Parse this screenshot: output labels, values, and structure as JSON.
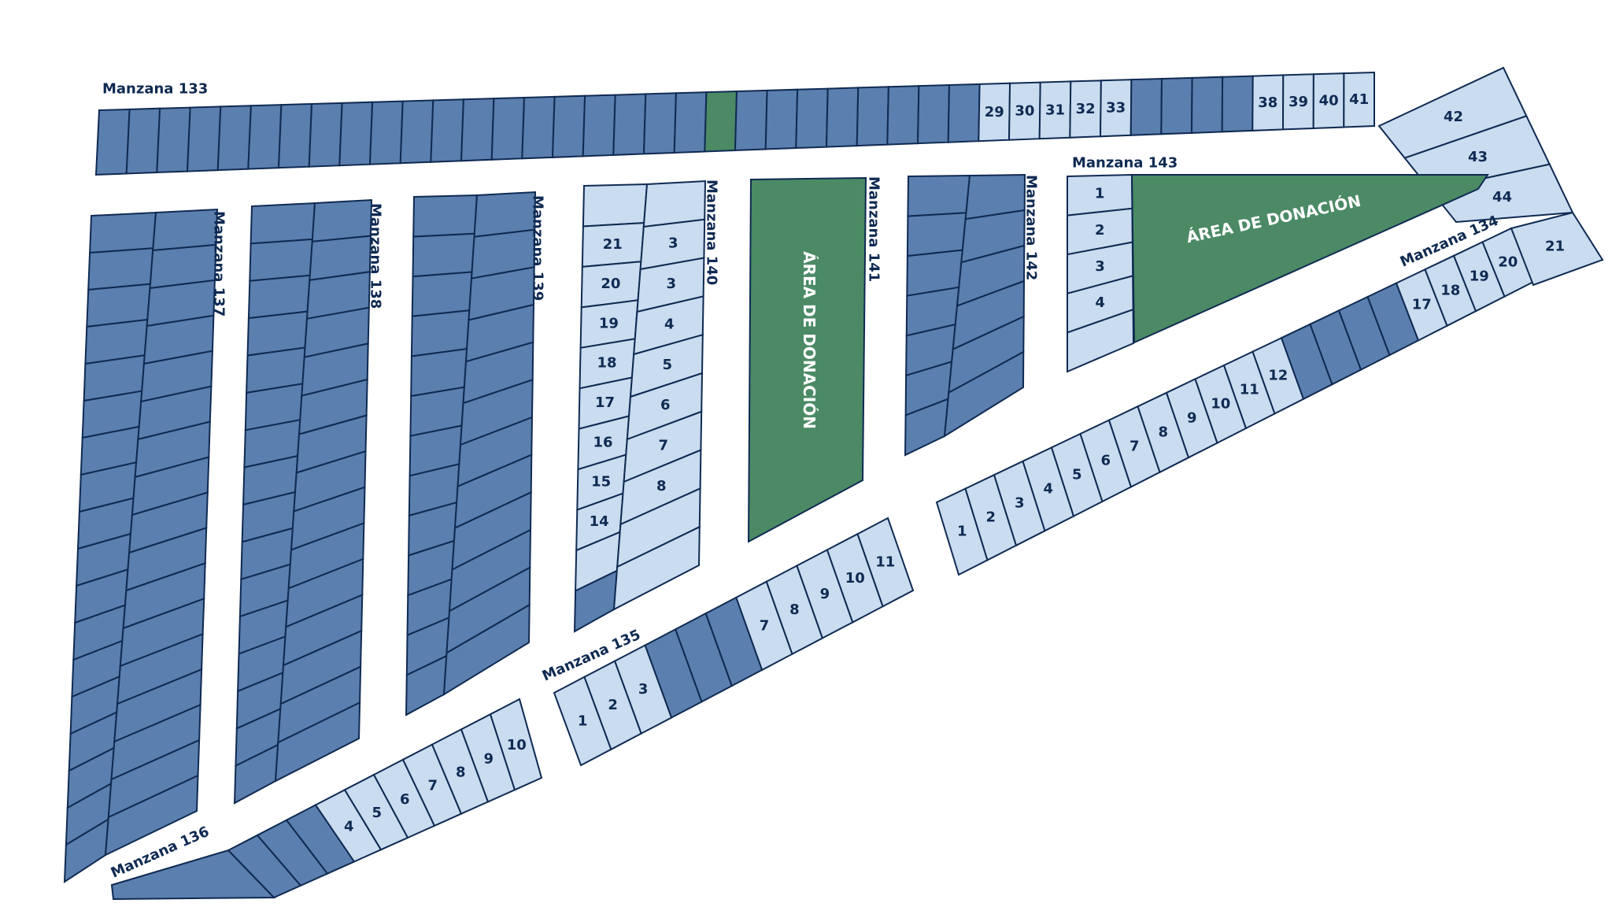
{
  "colors": {
    "sold": "#5b7fae",
    "available": "#c9dcf0",
    "donation_area": "#4b8a65",
    "outline": "#0f2a52"
  },
  "donation_area_label": "ÁREA DE DONACIÓN",
  "blocks": [
    {
      "id": "133",
      "label": "Manzana 133",
      "lots": [
        {
          "num": "",
          "status": "sold"
        },
        {
          "num": "",
          "status": "sold"
        },
        {
          "num": "",
          "status": "sold"
        },
        {
          "num": "",
          "status": "sold"
        },
        {
          "num": "",
          "status": "sold"
        },
        {
          "num": "",
          "status": "sold"
        },
        {
          "num": "",
          "status": "sold"
        },
        {
          "num": "",
          "status": "sold"
        },
        {
          "num": "",
          "status": "sold"
        },
        {
          "num": "",
          "status": "sold"
        },
        {
          "num": "",
          "status": "sold"
        },
        {
          "num": "",
          "status": "sold"
        },
        {
          "num": "",
          "status": "sold"
        },
        {
          "num": "",
          "status": "sold"
        },
        {
          "num": "",
          "status": "sold"
        },
        {
          "num": "",
          "status": "sold"
        },
        {
          "num": "",
          "status": "sold"
        },
        {
          "num": "",
          "status": "sold"
        },
        {
          "num": "",
          "status": "sold"
        },
        {
          "num": "",
          "status": "sold"
        },
        {
          "num": "",
          "status": "donation"
        },
        {
          "num": "",
          "status": "sold"
        },
        {
          "num": "",
          "status": "sold"
        },
        {
          "num": "",
          "status": "sold"
        },
        {
          "num": "",
          "status": "sold"
        },
        {
          "num": "",
          "status": "sold"
        },
        {
          "num": "",
          "status": "sold"
        },
        {
          "num": "",
          "status": "sold"
        },
        {
          "num": "",
          "status": "sold"
        },
        {
          "num": "29",
          "status": "available"
        },
        {
          "num": "30",
          "status": "available"
        },
        {
          "num": "31",
          "status": "available"
        },
        {
          "num": "32",
          "status": "available"
        },
        {
          "num": "33",
          "status": "available"
        },
        {
          "num": "",
          "status": "sold"
        },
        {
          "num": "",
          "status": "sold"
        },
        {
          "num": "",
          "status": "sold"
        },
        {
          "num": "",
          "status": "sold"
        },
        {
          "num": "38",
          "status": "available"
        },
        {
          "num": "39",
          "status": "available"
        },
        {
          "num": "40",
          "status": "available"
        },
        {
          "num": "41",
          "status": "available"
        }
      ],
      "corner_lots": [
        {
          "num": "42",
          "status": "available"
        },
        {
          "num": "43",
          "status": "available"
        },
        {
          "num": "44",
          "status": "available"
        }
      ]
    },
    {
      "id": "137",
      "label": "Manzana 137",
      "lots_left": [
        {
          "num": "",
          "status": "sold"
        },
        {
          "num": "",
          "status": "sold"
        },
        {
          "num": "",
          "status": "sold"
        },
        {
          "num": "",
          "status": "sold"
        },
        {
          "num": "",
          "status": "sold"
        },
        {
          "num": "",
          "status": "sold"
        },
        {
          "num": "",
          "status": "sold"
        },
        {
          "num": "",
          "status": "sold"
        },
        {
          "num": "",
          "status": "sold"
        },
        {
          "num": "",
          "status": "sold"
        },
        {
          "num": "",
          "status": "sold"
        },
        {
          "num": "",
          "status": "sold"
        },
        {
          "num": "",
          "status": "sold"
        },
        {
          "num": "",
          "status": "sold"
        },
        {
          "num": "",
          "status": "sold"
        },
        {
          "num": "",
          "status": "sold"
        },
        {
          "num": "",
          "status": "sold"
        },
        {
          "num": "",
          "status": "sold"
        }
      ],
      "lots_right": [
        {
          "num": "",
          "status": "sold"
        },
        {
          "num": "",
          "status": "sold"
        },
        {
          "num": "",
          "status": "sold"
        },
        {
          "num": "",
          "status": "sold"
        },
        {
          "num": "",
          "status": "sold"
        },
        {
          "num": "",
          "status": "sold"
        },
        {
          "num": "",
          "status": "sold"
        },
        {
          "num": "",
          "status": "sold"
        },
        {
          "num": "",
          "status": "sold"
        },
        {
          "num": "",
          "status": "sold"
        },
        {
          "num": "",
          "status": "sold"
        },
        {
          "num": "",
          "status": "sold"
        },
        {
          "num": "",
          "status": "sold"
        },
        {
          "num": "",
          "status": "sold"
        },
        {
          "num": "",
          "status": "sold"
        },
        {
          "num": "",
          "status": "sold"
        },
        {
          "num": "",
          "status": "sold"
        }
      ]
    },
    {
      "id": "138",
      "label": "Manzana 138",
      "lots_left": [
        {
          "num": "",
          "status": "sold"
        },
        {
          "num": "",
          "status": "sold"
        },
        {
          "num": "",
          "status": "sold"
        },
        {
          "num": "",
          "status": "sold"
        },
        {
          "num": "",
          "status": "sold"
        },
        {
          "num": "",
          "status": "sold"
        },
        {
          "num": "",
          "status": "sold"
        },
        {
          "num": "",
          "status": "sold"
        },
        {
          "num": "",
          "status": "sold"
        },
        {
          "num": "",
          "status": "sold"
        },
        {
          "num": "",
          "status": "sold"
        },
        {
          "num": "",
          "status": "sold"
        },
        {
          "num": "",
          "status": "sold"
        },
        {
          "num": "",
          "status": "sold"
        },
        {
          "num": "",
          "status": "sold"
        },
        {
          "num": "",
          "status": "sold"
        }
      ],
      "lots_right": [
        {
          "num": "",
          "status": "sold"
        },
        {
          "num": "",
          "status": "sold"
        },
        {
          "num": "",
          "status": "sold"
        },
        {
          "num": "",
          "status": "sold"
        },
        {
          "num": "",
          "status": "sold"
        },
        {
          "num": "",
          "status": "sold"
        },
        {
          "num": "",
          "status": "sold"
        },
        {
          "num": "",
          "status": "sold"
        },
        {
          "num": "",
          "status": "sold"
        },
        {
          "num": "",
          "status": "sold"
        },
        {
          "num": "",
          "status": "sold"
        },
        {
          "num": "",
          "status": "sold"
        },
        {
          "num": "",
          "status": "sold"
        },
        {
          "num": "",
          "status": "sold"
        },
        {
          "num": "",
          "status": "sold"
        }
      ]
    },
    {
      "id": "139",
      "label": "Manzana 139",
      "lots_left": [
        {
          "num": "",
          "status": "sold"
        },
        {
          "num": "",
          "status": "sold"
        },
        {
          "num": "",
          "status": "sold"
        },
        {
          "num": "",
          "status": "sold"
        },
        {
          "num": "",
          "status": "sold"
        },
        {
          "num": "",
          "status": "sold"
        },
        {
          "num": "",
          "status": "sold"
        },
        {
          "num": "",
          "status": "sold"
        },
        {
          "num": "",
          "status": "sold"
        },
        {
          "num": "",
          "status": "sold"
        },
        {
          "num": "",
          "status": "sold"
        },
        {
          "num": "",
          "status": "sold"
        },
        {
          "num": "",
          "status": "sold"
        }
      ],
      "lots_right": [
        {
          "num": "",
          "status": "sold"
        },
        {
          "num": "",
          "status": "sold"
        },
        {
          "num": "",
          "status": "sold"
        },
        {
          "num": "",
          "status": "sold"
        },
        {
          "num": "",
          "status": "sold"
        },
        {
          "num": "",
          "status": "sold"
        },
        {
          "num": "",
          "status": "sold"
        },
        {
          "num": "",
          "status": "sold"
        },
        {
          "num": "",
          "status": "sold"
        },
        {
          "num": "",
          "status": "sold"
        },
        {
          "num": "",
          "status": "sold"
        },
        {
          "num": "",
          "status": "sold"
        }
      ]
    },
    {
      "id": "140",
      "label": "Manzana 140",
      "lots_left": [
        {
          "num": "",
          "status": "available"
        },
        {
          "num": "21",
          "status": "available"
        },
        {
          "num": "20",
          "status": "available"
        },
        {
          "num": "19",
          "status": "available"
        },
        {
          "num": "18",
          "status": "available"
        },
        {
          "num": "17",
          "status": "available"
        },
        {
          "num": "16",
          "status": "available"
        },
        {
          "num": "15",
          "status": "available"
        },
        {
          "num": "14",
          "status": "available"
        },
        {
          "num": "",
          "status": "available"
        },
        {
          "num": "",
          "status": "sold"
        }
      ],
      "lots_right": [
        {
          "num": "",
          "status": "available"
        },
        {
          "num": "3",
          "status": "available"
        },
        {
          "num": "3",
          "status": "available"
        },
        {
          "num": "4",
          "status": "available"
        },
        {
          "num": "5",
          "status": "available"
        },
        {
          "num": "6",
          "status": "available"
        },
        {
          "num": "7",
          "status": "available"
        },
        {
          "num": "8",
          "status": "available"
        },
        {
          "num": "",
          "status": "available"
        },
        {
          "num": "",
          "status": "available"
        }
      ]
    },
    {
      "id": "141",
      "label": "Manzana 141"
    },
    {
      "id": "142",
      "label": "Manzana 142",
      "lots_left": [
        {
          "num": "",
          "status": "sold"
        },
        {
          "num": "",
          "status": "sold"
        },
        {
          "num": "",
          "status": "sold"
        },
        {
          "num": "",
          "status": "sold"
        },
        {
          "num": "",
          "status": "sold"
        },
        {
          "num": "",
          "status": "sold"
        },
        {
          "num": "",
          "status": "sold"
        }
      ],
      "lots_right": [
        {
          "num": "",
          "status": "sold"
        },
        {
          "num": "",
          "status": "sold"
        },
        {
          "num": "",
          "status": "sold"
        },
        {
          "num": "",
          "status": "sold"
        },
        {
          "num": "",
          "status": "sold"
        },
        {
          "num": "",
          "status": "sold"
        }
      ]
    },
    {
      "id": "143",
      "label": "Manzana 143",
      "lots": [
        {
          "num": "1",
          "status": "available"
        },
        {
          "num": "2",
          "status": "available"
        },
        {
          "num": "3",
          "status": "available"
        },
        {
          "num": "4",
          "status": "available"
        },
        {
          "num": "",
          "status": "available"
        }
      ]
    },
    {
      "id": "134",
      "label": "Manzana 134",
      "lots": [
        {
          "num": "1",
          "status": "available"
        },
        {
          "num": "2",
          "status": "available"
        },
        {
          "num": "3",
          "status": "available"
        },
        {
          "num": "4",
          "status": "available"
        },
        {
          "num": "5",
          "status": "available"
        },
        {
          "num": "6",
          "status": "available"
        },
        {
          "num": "7",
          "status": "available"
        },
        {
          "num": "8",
          "status": "available"
        },
        {
          "num": "9",
          "status": "available"
        },
        {
          "num": "10",
          "status": "available"
        },
        {
          "num": "11",
          "status": "available"
        },
        {
          "num": "12",
          "status": "available"
        },
        {
          "num": "",
          "status": "sold"
        },
        {
          "num": "",
          "status": "sold"
        },
        {
          "num": "",
          "status": "sold"
        },
        {
          "num": "",
          "status": "sold"
        },
        {
          "num": "17",
          "status": "available"
        },
        {
          "num": "18",
          "status": "available"
        },
        {
          "num": "19",
          "status": "available"
        },
        {
          "num": "20",
          "status": "available"
        }
      ],
      "corner_lots": [
        {
          "num": "21",
          "status": "available"
        }
      ]
    },
    {
      "id": "135",
      "label": "Manzana 135",
      "lots": [
        {
          "num": "1",
          "status": "available"
        },
        {
          "num": "2",
          "status": "available"
        },
        {
          "num": "3",
          "status": "available"
        },
        {
          "num": "",
          "status": "sold"
        },
        {
          "num": "",
          "status": "sold"
        },
        {
          "num": "",
          "status": "sold"
        },
        {
          "num": "7",
          "status": "available"
        },
        {
          "num": "8",
          "status": "available"
        },
        {
          "num": "9",
          "status": "available"
        },
        {
          "num": "10",
          "status": "available"
        },
        {
          "num": "11",
          "status": "available"
        }
      ]
    },
    {
      "id": "136",
      "label": "Manzana 136",
      "lots": [
        {
          "num": "",
          "status": "sold"
        },
        {
          "num": "",
          "status": "sold"
        },
        {
          "num": "",
          "status": "sold"
        },
        {
          "num": "4",
          "status": "available"
        },
        {
          "num": "5",
          "status": "available"
        },
        {
          "num": "6",
          "status": "available"
        },
        {
          "num": "7",
          "status": "available"
        },
        {
          "num": "8",
          "status": "available"
        },
        {
          "num": "9",
          "status": "available"
        },
        {
          "num": "10",
          "status": "available"
        }
      ]
    }
  ]
}
